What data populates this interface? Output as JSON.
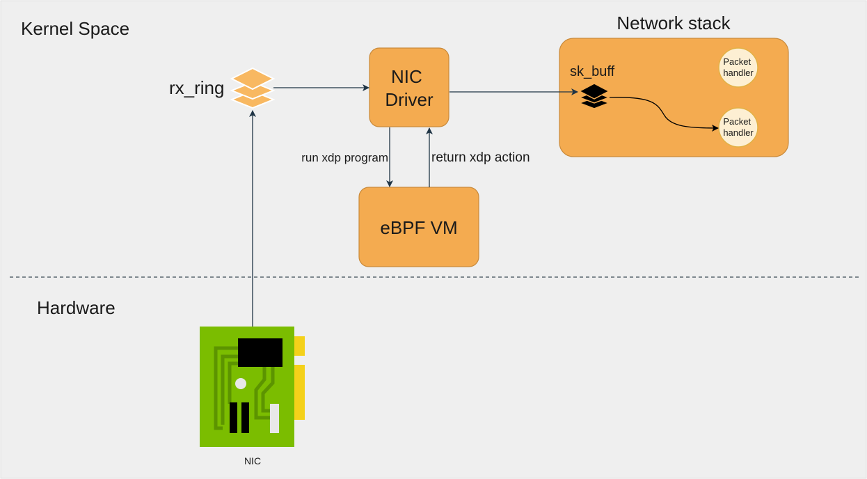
{
  "regions": {
    "kernel_space": "Kernel Space",
    "hardware": "Hardware"
  },
  "nodes": {
    "nic_driver": [
      "NIC",
      "Driver"
    ],
    "ebpf_vm": "eBPF VM",
    "network_stack": "Network stack",
    "rx_ring": "rx_ring",
    "sk_buff": "sk_buff",
    "packet_handler_1": [
      "Packet",
      "handler"
    ],
    "packet_handler_2": [
      "Packet",
      "handler"
    ],
    "nic": "NIC"
  },
  "edges": {
    "run_xdp_program": "run xdp program",
    "return_xdp_action": "return xdp action"
  },
  "colors": {
    "background": "#efefef",
    "box_fill": "#f4ab50",
    "box_stroke": "#c98a3b",
    "circle_fill": "#fdefd3",
    "circle_stroke": "#e2b146",
    "arrow": "#1f3445",
    "stack_light": "#f8b861",
    "stack_dark": "#000000",
    "nic_board": "#7bbd00",
    "nic_trace": "#5c9400",
    "nic_contacts": "#f4d11a",
    "nic_chip": "#000000",
    "divider": "#3a4a55"
  },
  "icons": {
    "rx_ring": "layers-icon",
    "sk_buff": "layers-icon",
    "nic": "network-card-icon"
  }
}
